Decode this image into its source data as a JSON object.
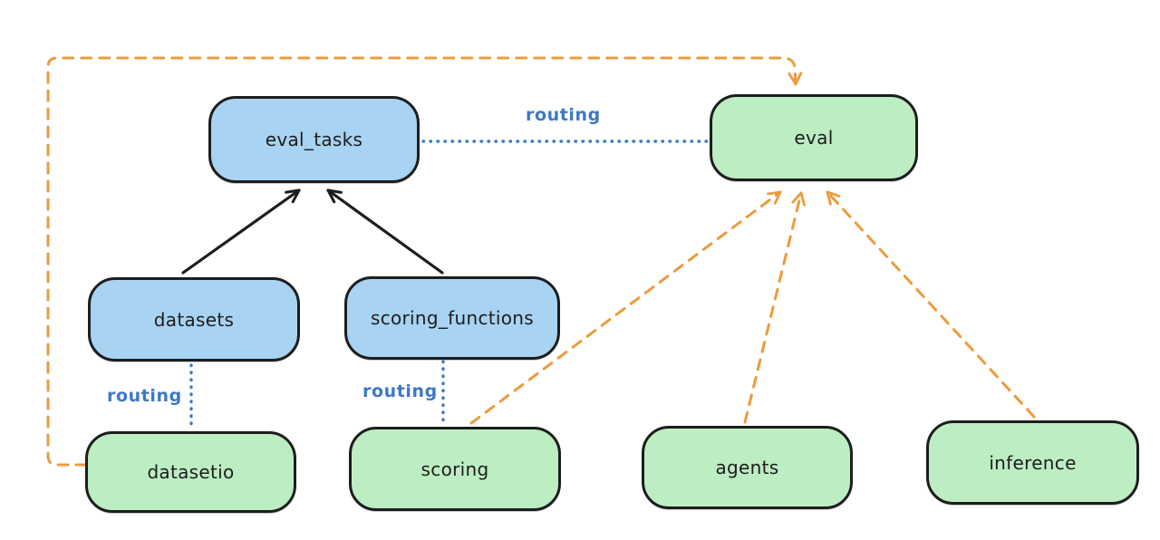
{
  "colors": {
    "node_blue_fill": "#a8d3f2",
    "node_green_fill": "#bdedc2",
    "node_border": "#1d1d1d",
    "routing_blue": "#3d79c4",
    "dependency_orange": "#ec9b3d",
    "arrow_black": "#1d1d1d",
    "background": "#ffffff"
  },
  "nodes": [
    {
      "id": "eval_tasks",
      "label": "eval_tasks",
      "color": "blue"
    },
    {
      "id": "eval",
      "label": "eval",
      "color": "green"
    },
    {
      "id": "datasets",
      "label": "datasets",
      "color": "blue"
    },
    {
      "id": "scoring_functions",
      "label": "scoring_functions",
      "color": "blue"
    },
    {
      "id": "datasetio",
      "label": "datasetio",
      "color": "green"
    },
    {
      "id": "scoring",
      "label": "scoring",
      "color": "green"
    },
    {
      "id": "agents",
      "label": "agents",
      "color": "green"
    },
    {
      "id": "inference",
      "label": "inference",
      "color": "green"
    }
  ],
  "edges": [
    {
      "from": "datasets",
      "to": "eval_tasks",
      "style": "solid",
      "color": "black",
      "arrow": true,
      "label": ""
    },
    {
      "from": "scoring_functions",
      "to": "eval_tasks",
      "style": "solid",
      "color": "black",
      "arrow": true,
      "label": ""
    },
    {
      "from": "eval_tasks",
      "to": "eval",
      "style": "dotted",
      "color": "blue",
      "arrow": false,
      "label": "routing"
    },
    {
      "from": "datasets",
      "to": "datasetio",
      "style": "dotted",
      "color": "blue",
      "arrow": false,
      "label": "routing"
    },
    {
      "from": "scoring_functions",
      "to": "scoring",
      "style": "dotted",
      "color": "blue",
      "arrow": false,
      "label": "routing"
    },
    {
      "from": "datasetio",
      "to": "eval",
      "style": "dashed",
      "color": "orange",
      "arrow": true,
      "route": "around-left-and-top",
      "label": ""
    },
    {
      "from": "scoring",
      "to": "eval",
      "style": "dashed",
      "color": "orange",
      "arrow": true,
      "label": ""
    },
    {
      "from": "agents",
      "to": "eval",
      "style": "dashed",
      "color": "orange",
      "arrow": true,
      "label": ""
    },
    {
      "from": "inference",
      "to": "eval",
      "style": "dashed",
      "color": "orange",
      "arrow": true,
      "label": ""
    }
  ]
}
